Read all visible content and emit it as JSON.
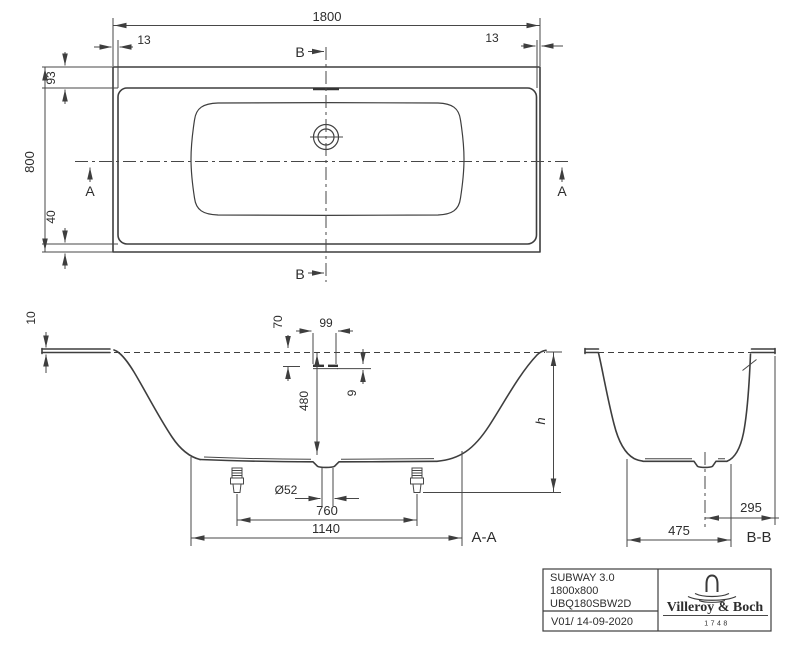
{
  "top_view": {
    "length": "1800",
    "edge_left": "13",
    "edge_right": "13",
    "width": "800",
    "rim_top": "93",
    "rim_bottom": "40",
    "marker_a": "A",
    "marker_b": "B"
  },
  "section_aa": {
    "label": "A-A",
    "rim_thickness": "10",
    "overflow_drop": "70",
    "overflow_width": "99",
    "inner_depth": "480",
    "overflow_slot": "9",
    "drain_diameter": "Ø52",
    "feet_spacing": "760",
    "base_length": "1140",
    "height": "h"
  },
  "section_bb": {
    "label": "B-B",
    "floor_width": "475",
    "drain_offset": "295"
  },
  "title_block": {
    "model": "SUBWAY 3.0",
    "size": "1800x800",
    "article": "UBQ180SBW2D",
    "revision": "V01/ 14-09-2020",
    "brand": "Villeroy & Boch",
    "established": "1748"
  },
  "colors": {
    "line": "#3e3e3e",
    "dimension": "#474747",
    "text": "#2d2d2d",
    "background": "#ffffff"
  }
}
